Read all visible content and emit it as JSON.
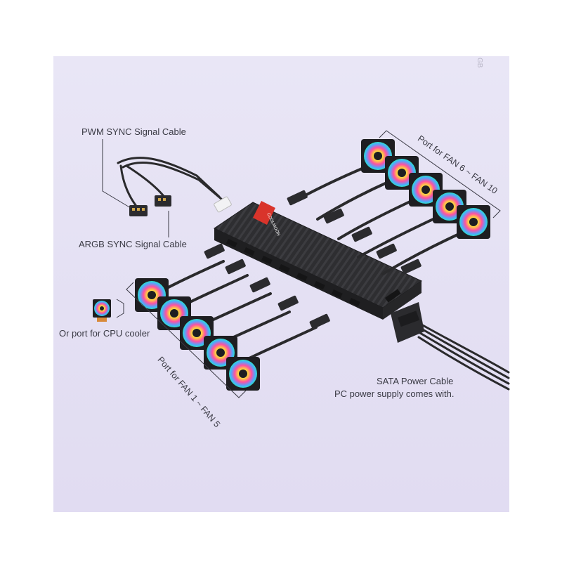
{
  "labels": {
    "pwm_cable": "PWM SYNC Signal Cable",
    "argb_cable": "ARGB SYNC Signal Cable",
    "cpu_cooler": "Or port for CPU cooler",
    "sata_title": "SATA Power Cable",
    "sata_note": "PC power supply comes with.",
    "fan_range_bottom": "Port for FAN 1 ~ FAN 5",
    "fan_range_top": "Port for FAN 6 ~ FAN 10",
    "hub_brand": "COOLMOON",
    "corner_mark": "GB"
  },
  "colors": {
    "background": "#e4e0f3",
    "hub_body": "#2b2b2e",
    "hub_accent": "#d9342b",
    "cable": "#2a2a2c",
    "label_text": "#3a3a44"
  },
  "icons": [
    "rgb-fan-icon",
    "cpu-cooler-icon",
    "pwm-connector-icon",
    "argb-connector-icon",
    "sata-connector-icon"
  ]
}
